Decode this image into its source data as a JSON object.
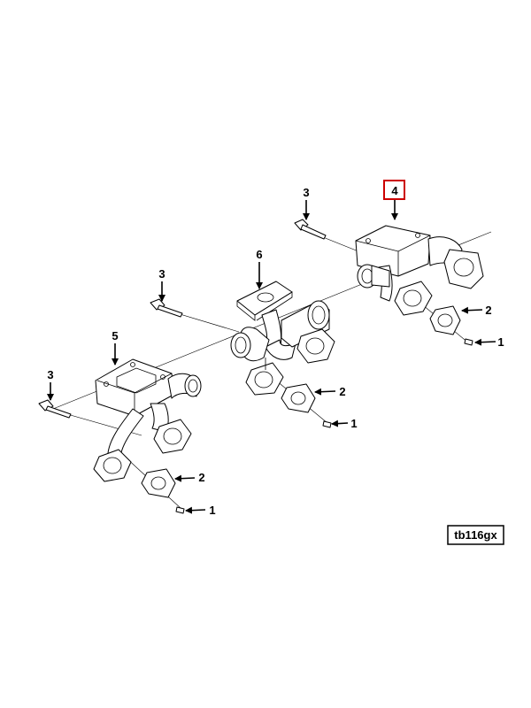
{
  "callouts": [
    {
      "label": "4",
      "highlighted": true
    },
    {
      "label": "3"
    },
    {
      "label": "6"
    },
    {
      "label": "3"
    },
    {
      "label": "5"
    },
    {
      "label": "3"
    },
    {
      "label": "2"
    },
    {
      "label": "1"
    },
    {
      "label": "2"
    },
    {
      "label": "1"
    },
    {
      "label": "2"
    },
    {
      "label": "1"
    }
  ],
  "reference_code": "tb116gx",
  "colors": {
    "highlight": "#cc0000",
    "line": "#000000",
    "background": "#ffffff"
  }
}
